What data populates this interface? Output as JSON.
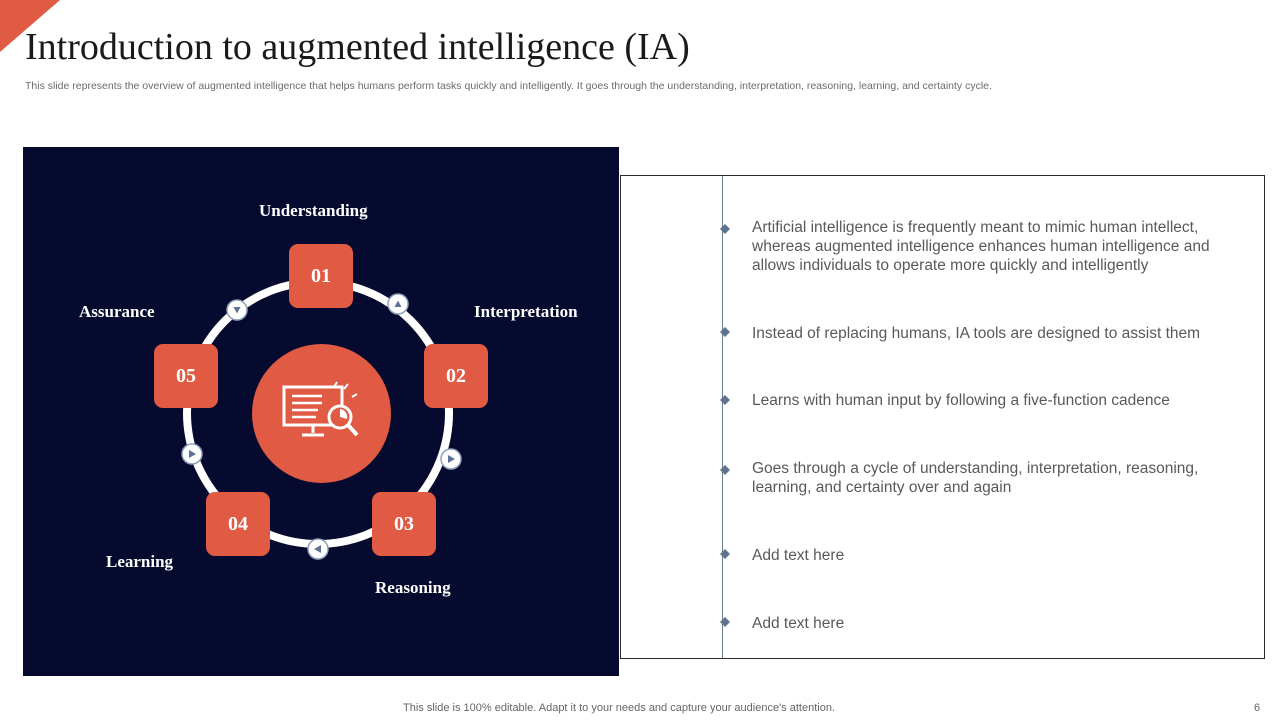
{
  "header": {
    "title": "Introduction to augmented intelligence (IA)",
    "subtitle": "This slide represents the overview of augmented intelligence that helps humans perform tasks quickly and intelligently. It goes through the understanding, interpretation, reasoning, learning, and certainty cycle."
  },
  "diagram": {
    "center_icon": "monitor-analysis-icon",
    "steps": [
      {
        "number": "01",
        "label": "Understanding"
      },
      {
        "number": "02",
        "label": "Interpretation"
      },
      {
        "number": "03",
        "label": "Reasoning"
      },
      {
        "number": "04",
        "label": "Learning"
      },
      {
        "number": "05",
        "label": "Assurance"
      }
    ]
  },
  "bullets": [
    "Artificial intelligence is frequently  meant to mimic human intellect, whereas augmented intelligence enhances human intelligence and allows individuals to operate more quickly and intelligently",
    "Instead of replacing humans, IA tools are designed to assist them",
    "Learns with human input by following a five-function  cadence",
    "Goes through a cycle of understanding, interpretation, reasoning, learning, and certainty over and again",
    "Add text here",
    "Add text here"
  ],
  "footer": {
    "note": "This slide is 100% editable. Adapt it to your needs and capture your audience's attention.",
    "page_number": "6"
  },
  "colors": {
    "accent": "#e05a44",
    "panel_background": "#050a2e",
    "bullet_marker": "#5d7390"
  }
}
